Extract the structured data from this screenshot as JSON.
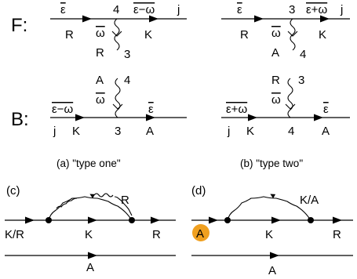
{
  "rows": {
    "f_label": "F:",
    "b_label": "B:"
  },
  "diagram_a": {
    "caption": "(a) \"type one\"",
    "F": {
      "eps_left": "ε",
      "R": "R",
      "vertex": "4",
      "eps_minus_om": "ε−ω",
      "j": "j",
      "om": "ω",
      "K": "K",
      "R_lower": "R",
      "vertex_lower": "3"
    },
    "B": {
      "A": "A",
      "vertex_upper": "4",
      "om": "ω",
      "eps_minus_om": "ε−ω",
      "eps_right": "ε",
      "j": "j",
      "K": "K",
      "vertex": "3",
      "A_right": "A"
    }
  },
  "diagram_b": {
    "caption": "(b) \"type two\"",
    "F": {
      "eps_left": "ε",
      "R": "R",
      "vertex": "3",
      "eps_plus_om": "ε+ω",
      "j": "j",
      "om": "ω",
      "K": "K",
      "A_lower": "A",
      "vertex_lower": "4"
    },
    "B": {
      "R": "R",
      "vertex_upper": "3",
      "om": "ω",
      "eps_plus_om": "ε+ω",
      "eps_right": "ε",
      "j": "j",
      "K": "K",
      "vertex": "4",
      "A_right": "A"
    }
  },
  "diagram_c": {
    "tag": "(c)",
    "R_top": "R",
    "K_R": "K/R",
    "K": "K",
    "R_right": "R",
    "A_bottom": "A"
  },
  "diagram_d": {
    "tag": "(d)",
    "K_A_top": "K/A",
    "A_circle": "A",
    "K": "K",
    "R_right": "R",
    "A_bottom": "A",
    "highlight_color": "#f0a020"
  }
}
